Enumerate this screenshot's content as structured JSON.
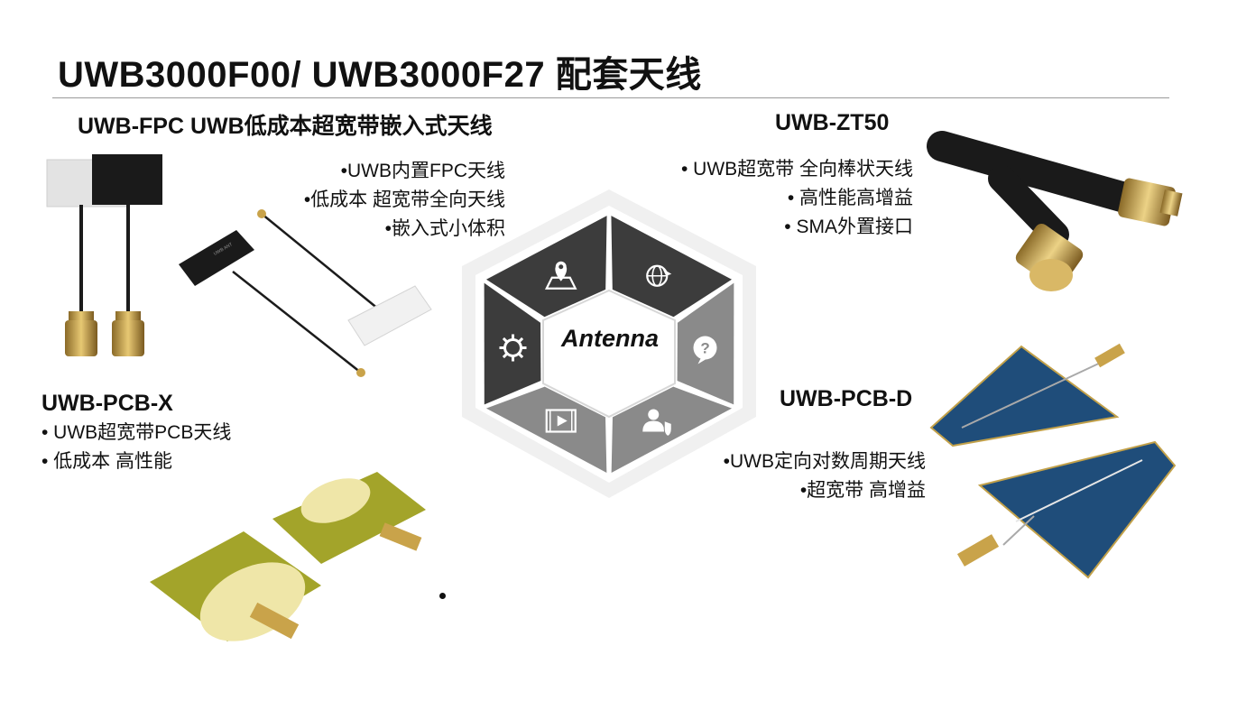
{
  "title": "UWB3000F00/ UWB3000F27 配套天线",
  "fpc": {
    "heading": "UWB-FPC UWB低成本超宽带嵌入式天线",
    "bullets": [
      "•UWB内置FPC天线",
      "•低成本 超宽带全向天线",
      "•嵌入式小体积"
    ],
    "label_small": "UWB ANT"
  },
  "zt50": {
    "heading": "UWB-ZT50",
    "bullets": [
      "• UWB超宽带 全向棒状天线",
      "• 高性能高增益",
      "• SMA外置接口"
    ]
  },
  "pcbx": {
    "heading": "UWB-PCB-X",
    "bullets": [
      "• UWB超宽带PCB天线",
      "• 低成本 高性能"
    ]
  },
  "pcbd": {
    "heading": "UWB-PCB-D",
    "bullets": [
      "•UWB定向对数周期天线",
      "•超宽带 高增益"
    ]
  },
  "hexagon": {
    "center_label": "Antenna",
    "segments": [
      {
        "icon": "globe-plane-icon",
        "shade": "#3c3c3c"
      },
      {
        "icon": "question-bubble-icon",
        "shade": "#8a8a8a"
      },
      {
        "icon": "person-shield-icon",
        "shade": "#8a8a8a"
      },
      {
        "icon": "film-play-icon",
        "shade": "#8a8a8a"
      },
      {
        "icon": "gear-sun-icon",
        "shade": "#3c3c3c"
      },
      {
        "icon": "map-pin-icon",
        "shade": "#3c3c3c"
      }
    ]
  },
  "colors": {
    "dark_segment": "#3c3c3c",
    "light_segment": "#8a8a8a",
    "pcb_board": "#a3a42a",
    "pcb_gold": "#efe6a8",
    "pcbd_blue": "#1f4d7a",
    "brass": "#c9a34a"
  }
}
